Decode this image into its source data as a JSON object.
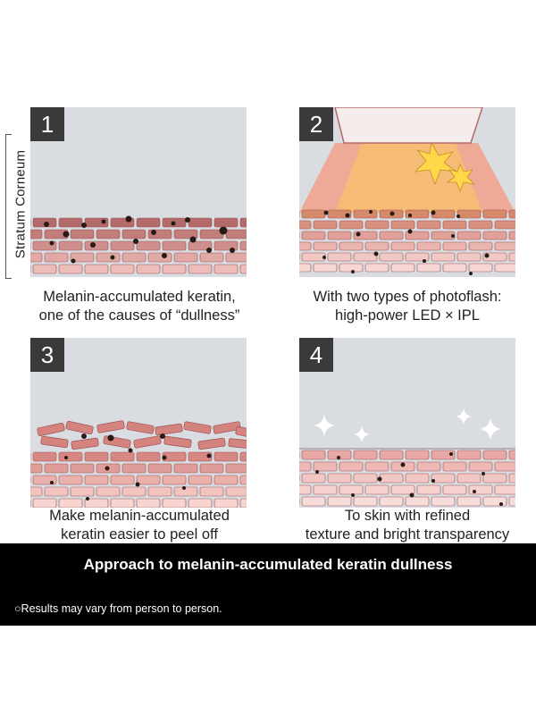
{
  "side_label": "Stratum Corneum",
  "panels": [
    {
      "number": "1",
      "caption_line1": "Melanin-accumulated keratin,",
      "caption_line2": "one of the causes of “dullness”"
    },
    {
      "number": "2",
      "caption_line1": "With two types of photoflash:",
      "caption_line2": "high-power LED × IPL"
    },
    {
      "number": "3",
      "caption_line1": "Make melanin-accumulated",
      "caption_line2": "keratin easier to peel off"
    },
    {
      "number": "4",
      "caption_line1": "To skin with refined",
      "caption_line2": "texture and bright transparency"
    }
  ],
  "banner": {
    "title": "Approach to melanin-accumulated keratin dullness",
    "note": "○Results may vary from person to person."
  },
  "colors": {
    "sky": "#d9dde1",
    "brick_dark": "#b86a6a",
    "brick_light": "#eab8b4",
    "melanin": "#2a1a16",
    "banner": "#000000"
  }
}
